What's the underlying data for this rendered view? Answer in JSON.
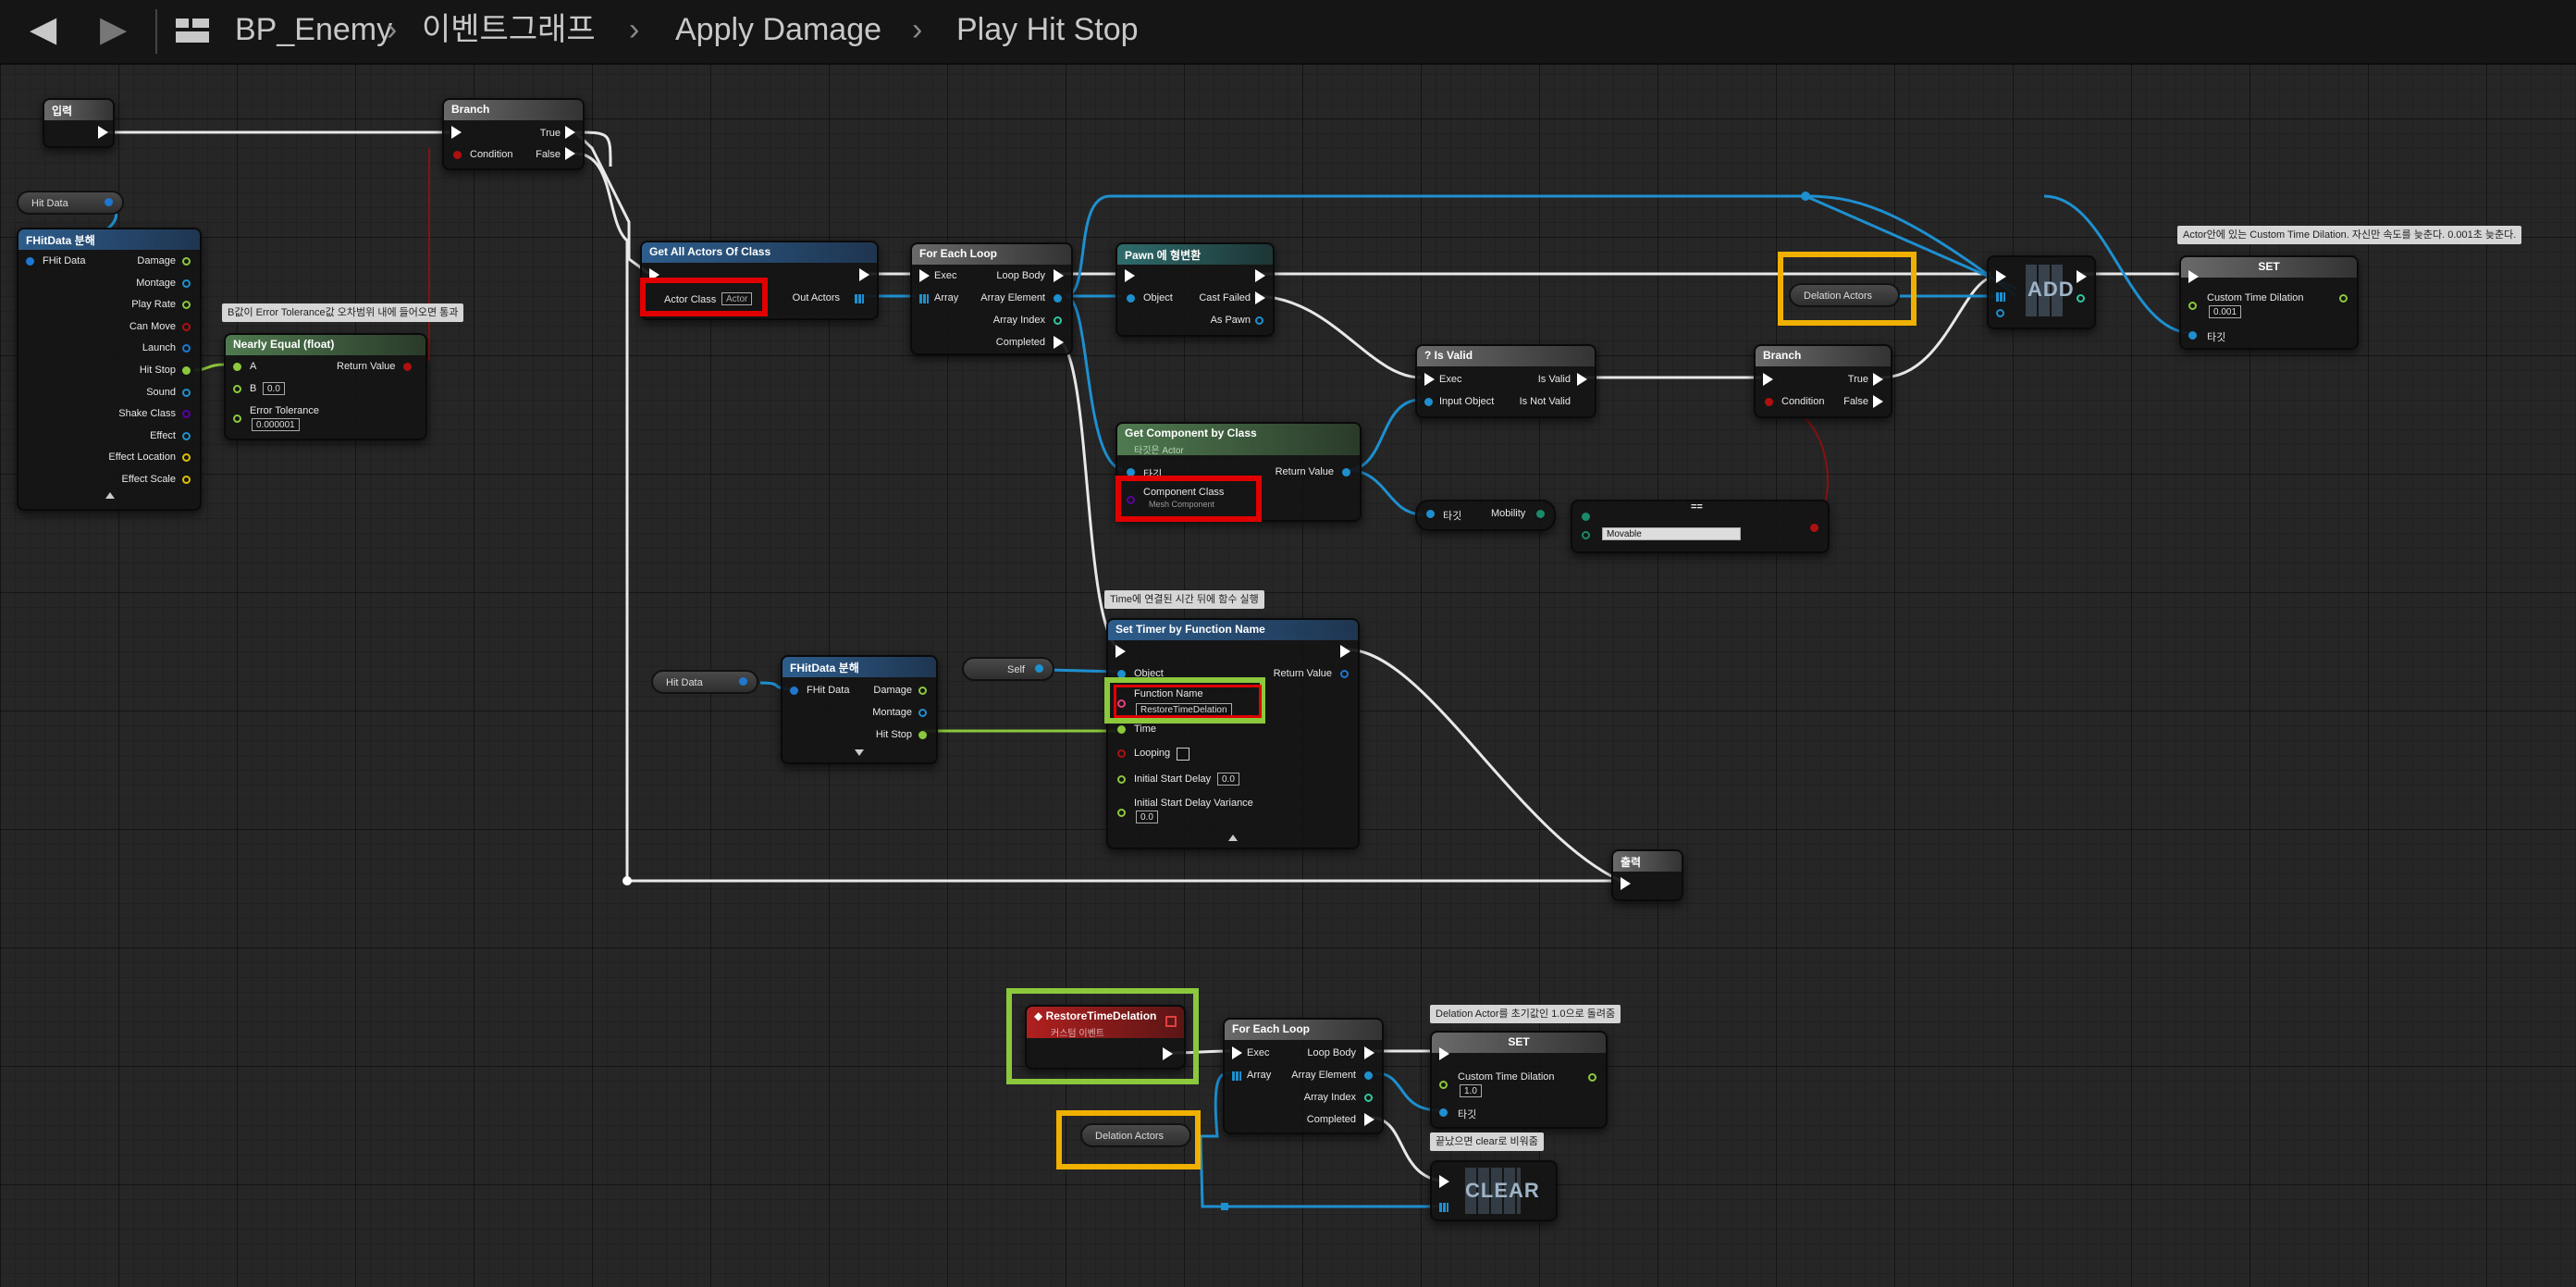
{
  "breadcrumb": {
    "blueprint": "BP_Enemy",
    "graph": "이벤트그래프",
    "function": "Apply Damage",
    "current": "Play Hit Stop"
  },
  "nodes": {
    "input": {
      "title": "입력"
    },
    "branch1": {
      "title": "Branch",
      "true": "True",
      "false": "False",
      "condition": "Condition"
    },
    "hit_data_var1": {
      "label": "Hit Data"
    },
    "break1": {
      "title": "FHitData 분해",
      "in": "FHit Data",
      "outs": [
        "Damage",
        "Montage",
        "Play Rate",
        "Can Move",
        "Launch",
        "Hit Stop",
        "Sound",
        "Shake Class",
        "Effect",
        "Effect Location",
        "Effect Scale"
      ]
    },
    "nearly_equal": {
      "title": "Nearly Equal (float)",
      "a": "A",
      "b": "B",
      "b_val": "0.0",
      "tol": "Error Tolerance",
      "tol_val": "0.000001",
      "ret": "Return Value"
    },
    "get_all_actors": {
      "title": "Get All Actors Of Class",
      "actor_class": "Actor Class",
      "actor_class_val": "Actor",
      "out": "Out Actors"
    },
    "foreach1": {
      "title": "For Each Loop",
      "exec": "Exec",
      "array": "Array",
      "loop_body": "Loop Body",
      "array_element": "Array Element",
      "array_index": "Array Index",
      "completed": "Completed"
    },
    "cast": {
      "title": "Pawn 에 형변환",
      "object": "Object",
      "cast_failed": "Cast Failed",
      "as_pawn": "As Pawn"
    },
    "is_valid": {
      "title": "Is Valid",
      "exec": "Exec",
      "input_object": "Input Object",
      "is_valid": "Is Valid",
      "is_not_valid": "Is Not Valid"
    },
    "branch2": {
      "title": "Branch",
      "true": "True",
      "false": "False",
      "condition": "Condition"
    },
    "delation_var1": {
      "label": "Delation Actors"
    },
    "add": {
      "label": "ADD"
    },
    "set1": {
      "title": "SET",
      "ctd": "Custom Time Dilation",
      "ctd_val": "0.001",
      "target": "타깃"
    },
    "get_component": {
      "title": "Get Component by Class",
      "subtitle": "타깃은 Actor",
      "target": "타깃",
      "comp_class": "Component Class",
      "comp_class_val": "Mesh Component",
      "ret": "Return Value"
    },
    "mobility": {
      "target": "타깃",
      "mobility": "Mobility",
      "enum_title": "==",
      "enum_val": "Movable"
    },
    "hit_data_var2": {
      "label": "Hit Data"
    },
    "break2": {
      "title": "FHitData 분해",
      "in": "FHit Data",
      "outs": [
        "Damage",
        "Montage",
        "Hit Stop"
      ]
    },
    "self_var": {
      "label": "Self"
    },
    "set_timer": {
      "title": "Set Timer by Function Name",
      "object": "Object",
      "fn": "Function Name",
      "fn_val": "RestoreTimeDelation",
      "time": "Time",
      "looping": "Looping",
      "delay": "Initial Start Delay",
      "delay_val": "0.0",
      "variance": "Initial Start Delay Variance",
      "variance_val": "0.0",
      "ret": "Return Value"
    },
    "output": {
      "title": "출력"
    },
    "restore_event": {
      "title": "RestoreTimeDelation",
      "subtitle": "커스텀 이벤트"
    },
    "foreach2": {
      "title": "For Each Loop",
      "exec": "Exec",
      "array": "Array",
      "loop_body": "Loop Body",
      "array_element": "Array Element",
      "array_index": "Array Index",
      "completed": "Completed"
    },
    "set2": {
      "title": "SET",
      "ctd": "Custom Time Dilation",
      "ctd_val": "1.0",
      "target": "타깃"
    },
    "delation_var2": {
      "label": "Delation Actors"
    },
    "clear": {
      "label": "CLEAR"
    }
  },
  "comments": {
    "c1": "B값이 Error Tolerance값 오차범위 내에 들어오면 통과",
    "c2": "Actor안에 있는 Custom Time Dilation. 자신만 속도를 늦춘다. 0.001초 늦춘다.",
    "c3": "Time에 연결된 시간 뒤에 함수 실행",
    "c4": "Delation Actor를 초기값인 1.0으로 돌려줌",
    "c5": "끝났으면 clear로 비워줌"
  },
  "colors": {
    "exec": "#ffffff",
    "object": "#00a8f0",
    "float": "#9cdc3c",
    "bool": "#a00000",
    "struct": "#0060c0",
    "class": "#5a00a0",
    "highlight_red": "#e00000",
    "highlight_yellow": "#f0b000",
    "highlight_green": "#8cc83c"
  }
}
